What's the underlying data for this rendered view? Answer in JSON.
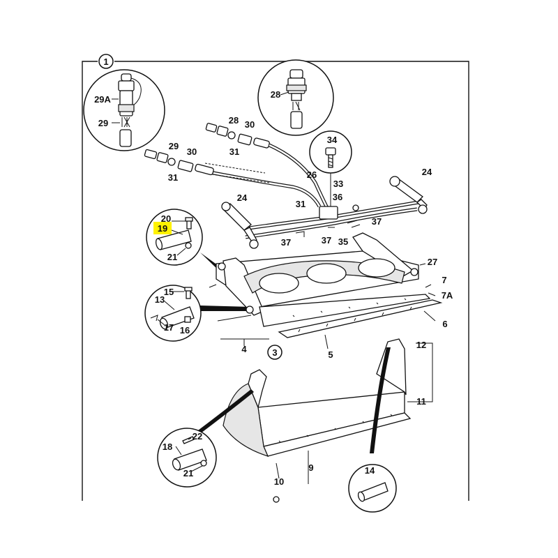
{
  "frame_marker": "1",
  "sub_marker": "3",
  "highlight_color": "#fff200",
  "highlighted_part": "19",
  "labels": {
    "p29A": "29A",
    "p29a": "29",
    "p28a": "28",
    "p28b": "28",
    "p30b": "30",
    "p31b": "31",
    "p29c": "29",
    "p30c": "30",
    "p31c": "31",
    "p34": "34",
    "p26": "26",
    "p24a": "24",
    "p33": "33",
    "p36": "36",
    "p24b": "24",
    "p31d": "31",
    "p37a": "37",
    "p37b": "37",
    "p37c": "37",
    "p35": "35",
    "p20": "20",
    "p19": "19",
    "p21a": "21",
    "p27": "27",
    "p7": "7",
    "p7A": "7A",
    "p15": "15",
    "p13": "13",
    "p17": "17",
    "p16": "16",
    "p6": "6",
    "p4": "4",
    "p5": "5",
    "p12": "12",
    "p11": "11",
    "p22": "22",
    "p18": "18",
    "p21b": "21",
    "p9": "9",
    "p10": "10",
    "p14": "14"
  }
}
